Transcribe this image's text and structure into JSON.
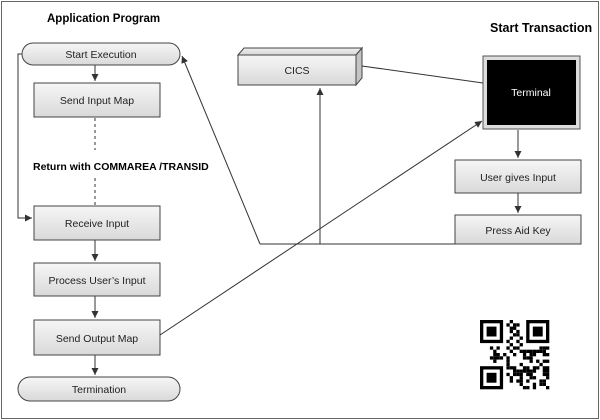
{
  "titles": {
    "application_program": "Application Program",
    "start_transaction": "Start Transaction",
    "return_note": "Return with COMMAREA /TRANSID"
  },
  "nodes": {
    "start_execution": "Start Execution",
    "send_input_map": "Send Input Map",
    "receive_input": "Receive Input",
    "process_input": "Process User’s Input",
    "send_output_map": "Send Output Map",
    "termination": "Termination",
    "cics": "CICS",
    "terminal": "Terminal",
    "user_gives_input": "User gives Input",
    "press_aid_key": "Press Aid Key"
  },
  "decorations": {
    "qr_code": "qr-code"
  }
}
